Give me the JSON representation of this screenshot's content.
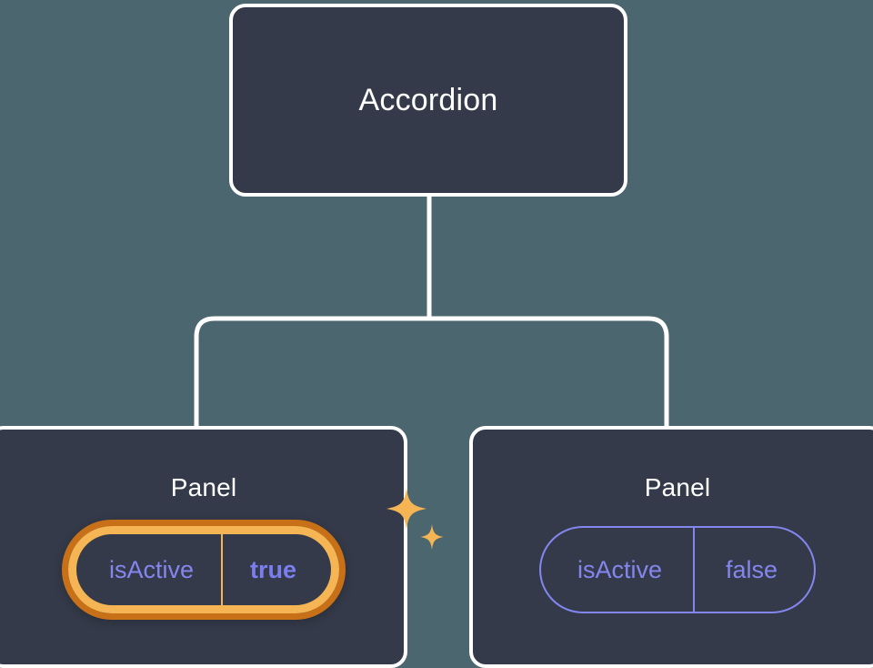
{
  "theme": {
    "canvas_background": "#4c6670",
    "node_fill": "#343a49",
    "node_border": "#ffffff",
    "prop_accent": "#8486ef",
    "value_accent": "#7b7eef",
    "highlight_inner": "#f5b555",
    "highlight_outer": "#c87018",
    "sparkle_color": "#f5b555"
  },
  "tree": {
    "root": {
      "title": "Accordion"
    },
    "children": [
      {
        "title": "Panel",
        "highlighted": true,
        "prop": {
          "key": "isActive",
          "value": "true"
        },
        "decoration": "sparkles-icon"
      },
      {
        "title": "Panel",
        "highlighted": false,
        "prop": {
          "key": "isActive",
          "value": "false"
        }
      }
    ]
  }
}
